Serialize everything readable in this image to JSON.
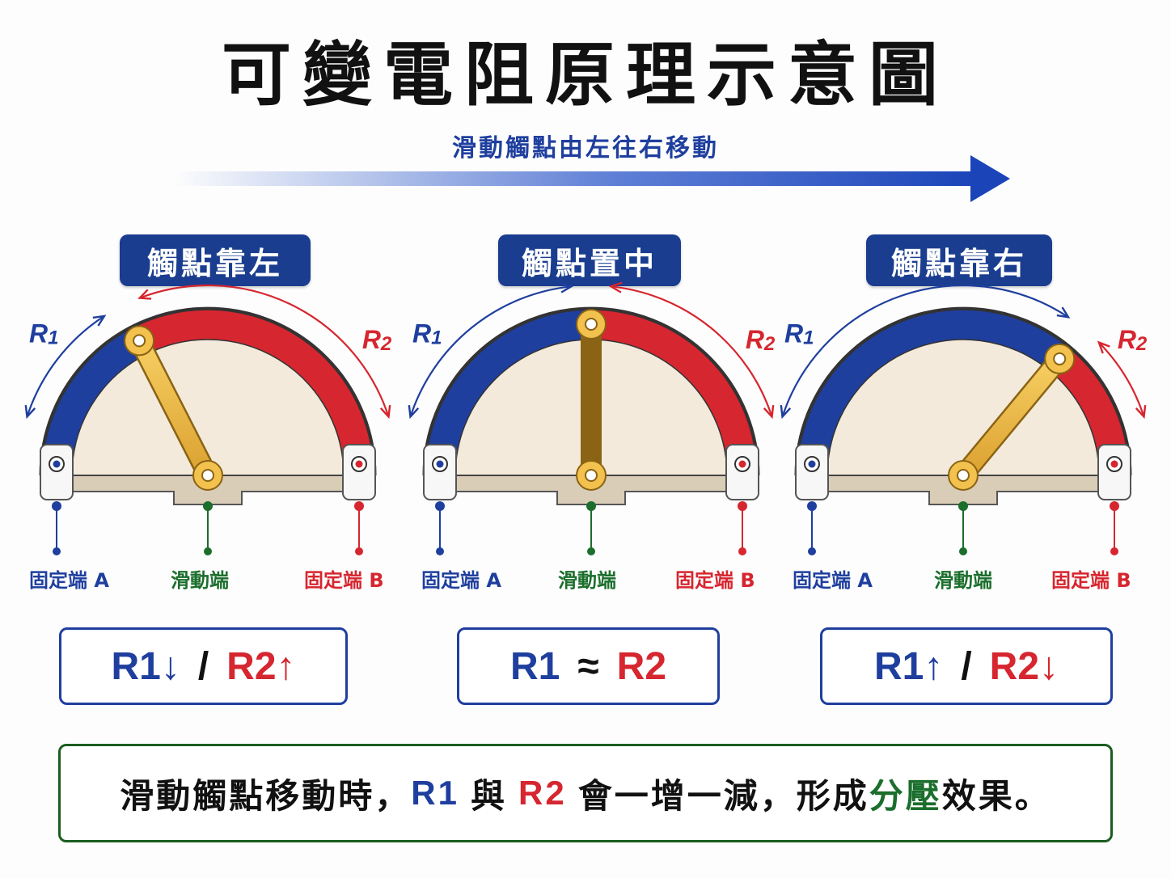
{
  "title": "可變電阻原理示意圖",
  "direction": {
    "label": "滑動觸點由左往右移動"
  },
  "colors": {
    "r1": "#1f3f9e",
    "r2": "#d6262f",
    "slider": "#1b6e2c",
    "label_bg": "#1a3d8f",
    "wiper": "#f2c14e"
  },
  "panels": [
    {
      "position_label": "觸點靠左",
      "wiper_position": 0.35,
      "r1_label": "R1",
      "r1_sub": "1",
      "r2_label": "R2",
      "r2_sub": "2",
      "terminal_a": "固定端 A",
      "terminal_slider": "滑動端",
      "terminal_b": "固定端 B",
      "result": {
        "r1": "R1↓",
        "sep": "/",
        "r2": "R2↑"
      }
    },
    {
      "position_label": "觸點置中",
      "wiper_position": 0.5,
      "r1_label": "R1",
      "r1_sub": "1",
      "r2_label": "R2",
      "r2_sub": "2",
      "terminal_a": "固定端 A",
      "terminal_slider": "滑動端",
      "terminal_b": "固定端 B",
      "result": {
        "r1": "R1",
        "sep": "≈",
        "r2": "R2"
      }
    },
    {
      "position_label": "觸點靠右",
      "wiper_position": 0.72,
      "r1_label": "R1",
      "r1_sub": "1",
      "r2_label": "R2",
      "r2_sub": "2",
      "terminal_a": "固定端 A",
      "terminal_slider": "滑動端",
      "terminal_b": "固定端 B",
      "result": {
        "r1": "R1↑",
        "sep": "/",
        "r2": "R2↓"
      }
    }
  ],
  "summary": {
    "part1": "滑動觸點移動時，",
    "r1": "R1",
    "part2": "與",
    "r2": "R2",
    "part3": "會一增一減，形成",
    "highlight": "分壓",
    "part4": "效果。"
  }
}
